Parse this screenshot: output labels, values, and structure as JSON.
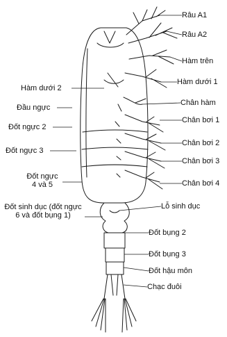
{
  "labels": {
    "antennule": "Râu A1",
    "antenna": "Râu A2",
    "mandible": "Hàm trên",
    "maxillule": "Hàm dưới 1",
    "maxilla": "Hàm dưới 2",
    "maxilliped": "Chân hàm",
    "cephalothorax": "Đầu ngực",
    "swimleg1": "Chân bơi 1",
    "thorax2": "Đốt ngực 2",
    "swimleg2": "Chân bơi 2",
    "thorax3": "Đốt ngực 3",
    "swimleg3": "Chân bơi 3",
    "thorax45": "Đốt ngực\n4 và 5",
    "swimleg4": "Chân bơi 4",
    "genital_segment": "Đốt sinh dục (đốt ngực 6 và đốt bụng 1)",
    "genital_pore": "Lỗ sinh dục",
    "abdomen2": "Đốt bụng 2",
    "abdomen3": "Đốt bụng 3",
    "anal_segment": "Đốt hậu môn",
    "furca": "Chạc đuôi"
  },
  "colors": {
    "line": "#1a1a1a",
    "text": "#111111",
    "background": "#ffffff"
  }
}
